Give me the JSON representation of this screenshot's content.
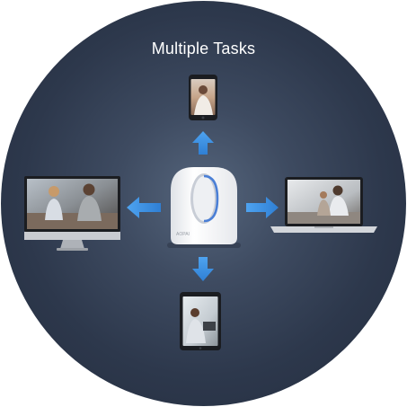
{
  "title": "Multiple Tasks",
  "colors": {
    "background": "#2d384c",
    "arrow": "#3b8fe0",
    "router_body": "#f4f5f7",
    "router_accent": "#4a7fd6"
  },
  "hub": {
    "icon": "router-icon",
    "brand_mark": "AOPAI"
  },
  "connected_devices": [
    {
      "position": "top",
      "icon": "smartphone-icon"
    },
    {
      "position": "left",
      "icon": "desktop-monitor-icon"
    },
    {
      "position": "right",
      "icon": "laptop-icon"
    },
    {
      "position": "bottom",
      "icon": "tablet-icon"
    }
  ]
}
